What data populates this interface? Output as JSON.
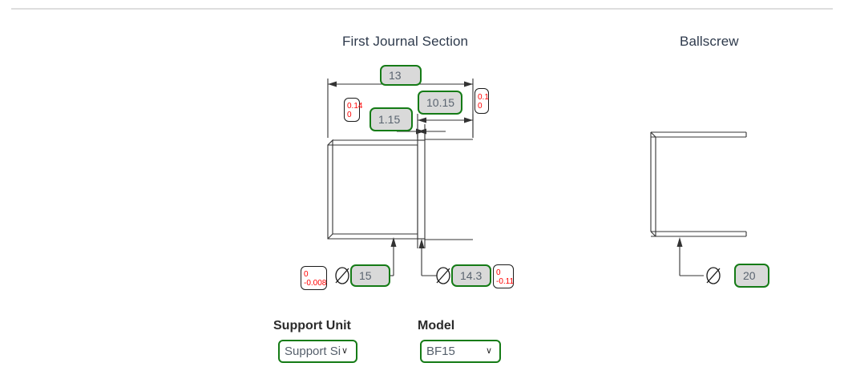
{
  "page": {
    "background": "#ffffff",
    "accent_green": "#157b16",
    "chip_fill": "#d9d9d9",
    "tolerance_red": "#ff0000",
    "title_color": "#2e3a4c",
    "line_color": "#333333"
  },
  "panels": [
    {
      "id": "first-journal",
      "title": "First Journal Section"
    },
    {
      "id": "ballscrew",
      "title": "Ballscrew"
    }
  ],
  "dimensions": {
    "overall_length": {
      "value": "13",
      "name": "overall-length"
    },
    "journal_length": {
      "value": "10.15",
      "name": "journal-length"
    },
    "shoulder_width": {
      "value": "1.15",
      "name": "shoulder-width"
    },
    "journal_diameter": {
      "value": "15",
      "symbol": "⌀",
      "name": "journal-diameter"
    },
    "thread_diameter": {
      "value": "14.3",
      "symbol": "⌀",
      "name": "thread-diameter"
    },
    "ballscrew_diameter": {
      "value": "20",
      "symbol": "⌀",
      "name": "ballscrew-diameter"
    }
  },
  "tolerances": {
    "shoulder": {
      "upper": "0.14",
      "lower": "0"
    },
    "right_end": {
      "upper": "0.1",
      "lower": "0"
    },
    "journal_diameter": {
      "upper": "0",
      "lower": "-0.008"
    },
    "thread_diameter": {
      "upper": "0",
      "lower": "-0.11"
    }
  },
  "form": {
    "support_unit": {
      "label": "Support Unit",
      "value": "Support Si",
      "options": [
        "Support Si"
      ]
    },
    "model": {
      "label": "Model",
      "value": "BF15",
      "options": [
        "BF15"
      ]
    }
  },
  "icons": {
    "diameter": "⌀",
    "chevron_down": "∨"
  }
}
